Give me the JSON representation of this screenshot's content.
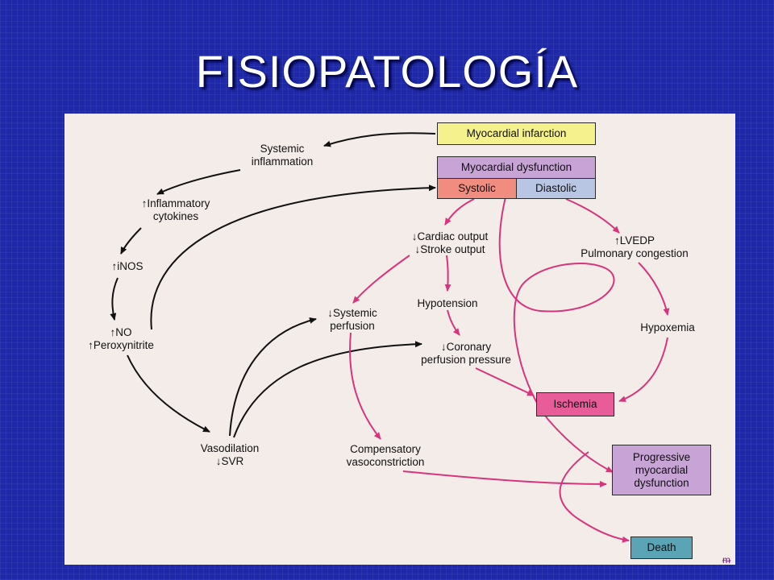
{
  "slide": {
    "title": "FISIOPATOLOGÍA"
  },
  "colors": {
    "background": "#1e28a8",
    "panel": "#f3ece9",
    "black_arrow": "#111111",
    "magenta_arrow": "#d8347d",
    "yellow_box": "#f5f18c",
    "lavender_box": "#c7a3d6",
    "salmon_box": "#f08c80",
    "blue_box": "#b8c6e4",
    "pink_box": "#e85c9a",
    "teal_box": "#5aa4b6"
  },
  "boxes": {
    "myocardial_infarction": "Myocardial infarction",
    "myocardial_dysfunction": "Myocardial dysfunction",
    "systolic": "Systolic",
    "diastolic": "Diastolic",
    "ischemia": "Ischemia",
    "progressive_dysfunction": "Progressive\nmyocardial\ndysfunction",
    "death": "Death"
  },
  "labels": {
    "systemic_inflammation": "Systemic\ninflammation",
    "inflammatory_cytokines": "↑Inflammatory\ncytokines",
    "inos": "↑iNOS",
    "no_peroxynitrite": "↑NO\n↑Peroxynitrite",
    "vasodilation_svr": "Vasodilation\n↓SVR",
    "cardiac_stroke_output": "↓Cardiac output\n↓Stroke output",
    "systemic_perfusion": "↓Systemic\nperfusion",
    "hypotension": "Hypotension",
    "coronary_perfusion": "↓Coronary\nperfusion pressure",
    "lvedp_congestion": "↑LVEDP\nPulmonary congestion",
    "hypoxemia": "Hypoxemia",
    "compensatory_vasoconstriction": "Compensatory\nvasoconstriction"
  },
  "corner_mark": "ᵯ"
}
